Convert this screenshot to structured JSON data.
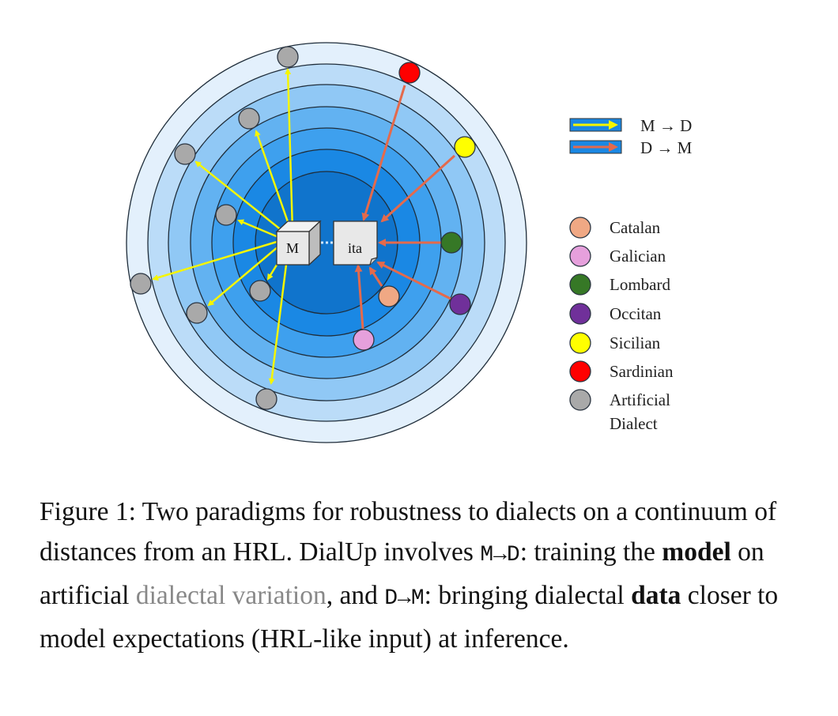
{
  "diagram": {
    "model_label": "M",
    "hrl_label": "ita",
    "arrow_legend": [
      {
        "label": "M → D",
        "color": "#f5f500"
      },
      {
        "label": "D → M",
        "color": "#e46a4c"
      }
    ],
    "dialect_legend": [
      {
        "label": "Catalan",
        "color": "#f0a884"
      },
      {
        "label": "Galician",
        "color": "#e6a0dc"
      },
      {
        "label": "Lombard",
        "color": "#367826"
      },
      {
        "label": "Occitan",
        "color": "#70309a"
      },
      {
        "label": "Sicilian",
        "color": "#ffff00"
      },
      {
        "label": "Sardinian",
        "color": "#ff0000"
      },
      {
        "label": "Artificial",
        "label2": "Dialect",
        "color": "#a9a9a9"
      }
    ]
  },
  "caption": {
    "prefix": "Figure 1: Two paradigms for robustness to dialects on a continuum of distances from an HRL. DialUp involves ",
    "m2d": "M→D",
    "part2": ": training the ",
    "model": "model",
    "part3": " on artificial ",
    "dialectal_variation": "dialectal variation",
    "part4": ", and ",
    "d2m": "D→M",
    "part5": ": bringing dialectal ",
    "data": "data",
    "part6": " closer to model expectations (HRL-like input) at inference."
  }
}
